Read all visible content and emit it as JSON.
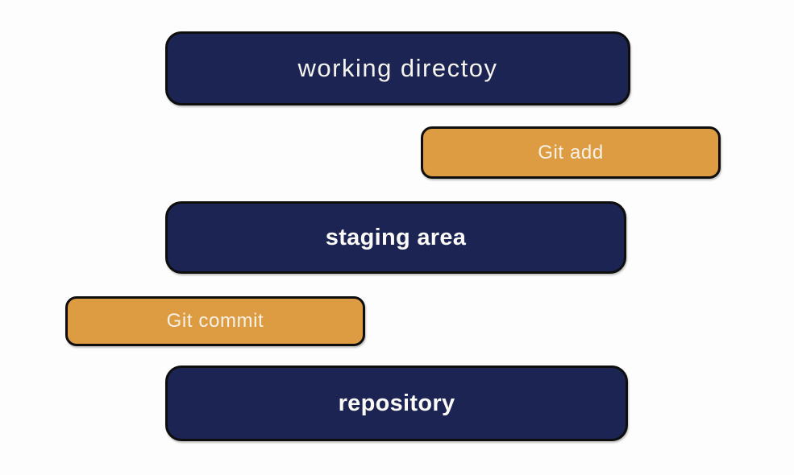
{
  "diagram": {
    "description": "Git workflow diagram",
    "nodes": [
      {
        "id": "working-directory",
        "label": "working directoy",
        "type": "stage"
      },
      {
        "id": "git-add",
        "label": "Git add",
        "type": "action"
      },
      {
        "id": "staging-area",
        "label": "staging area",
        "type": "stage"
      },
      {
        "id": "git-commit",
        "label": "Git commit",
        "type": "action"
      },
      {
        "id": "repository",
        "label": "repository",
        "type": "stage"
      }
    ],
    "colors": {
      "stage_fill": "#1b2452",
      "action_fill": "#dd9c42",
      "border": "#0e0e0e",
      "stage_text": "#f5f3ed",
      "action_text": "#f6f1e7",
      "background": "#fdfdfd"
    }
  }
}
